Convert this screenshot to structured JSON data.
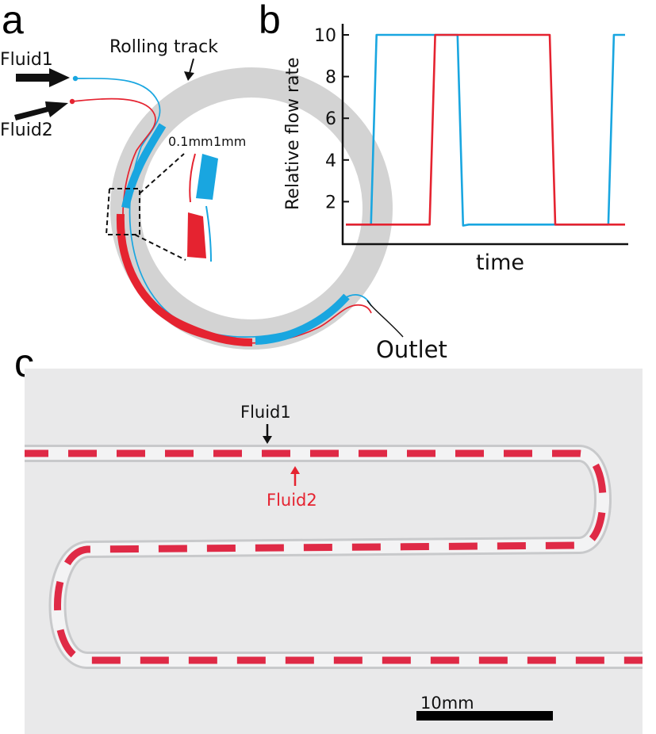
{
  "panels": {
    "a": {
      "letter": "a",
      "fluid1_label": "Fluid1",
      "fluid2_label": "Fluid2",
      "track_label": "Rolling track",
      "scale_small": "0.1mm",
      "scale_large": "1mm",
      "outlet_label": "Outlet"
    },
    "b": {
      "letter": "b",
      "ylabel": "Relative flow rate",
      "xlabel": "time"
    },
    "c": {
      "letter": "c",
      "fluid1_label": "Fluid1",
      "fluid2_label": "Fluid2",
      "scalebar_label": "10mm"
    }
  },
  "colors": {
    "fluid1": "#19a6e0",
    "fluid2": "#e52330",
    "track": "#d4d4d4",
    "dash_red": "#df2a46"
  },
  "chart_data": {
    "type": "line",
    "title": "",
    "xlabel": "time",
    "ylabel": "Relative flow rate",
    "yticks": [
      2,
      4,
      6,
      8,
      10
    ],
    "ylim": [
      0,
      10
    ],
    "x_ticks_shown": false,
    "grid": false,
    "series": [
      {
        "color": "#19a6e0",
        "x": [
          0.0,
          0.04,
          0.09,
          0.11,
          0.14,
          0.15,
          0.4,
          0.42,
          0.44,
          0.47,
          0.49,
          0.52,
          0.55,
          0.57,
          0.61,
          0.94,
          0.96,
          1.0
        ],
        "values": [
          0.9,
          0.9,
          0.9,
          10,
          10,
          10,
          10,
          0.85,
          0.9,
          0.9,
          0.9,
          0.9,
          0.9,
          0.9,
          0.9,
          0.9,
          10,
          10
        ]
      },
      {
        "color": "#e52330",
        "x": [
          0.0,
          0.3,
          0.32,
          0.73,
          0.75,
          1.0
        ],
        "values": [
          0.9,
          0.9,
          10,
          10,
          0.9,
          0.9
        ]
      }
    ]
  }
}
